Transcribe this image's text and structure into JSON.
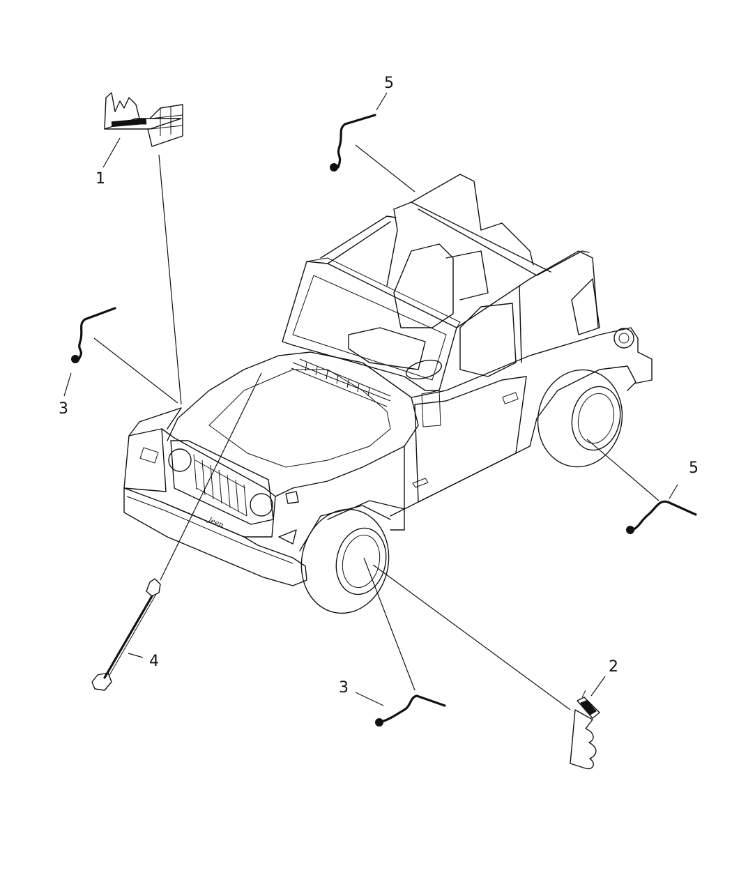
{
  "callouts": [
    {
      "id": "c1",
      "label": "1"
    },
    {
      "id": "c2",
      "label": "2"
    },
    {
      "id": "c3a",
      "label": "3"
    },
    {
      "id": "c3b",
      "label": "3"
    },
    {
      "id": "c4",
      "label": "4"
    },
    {
      "id": "c5a",
      "label": "5"
    },
    {
      "id": "c5b",
      "label": "5"
    }
  ],
  "vehicle_badge": "Jeep",
  "colors": {
    "line": "#111111",
    "background": "#ffffff"
  }
}
